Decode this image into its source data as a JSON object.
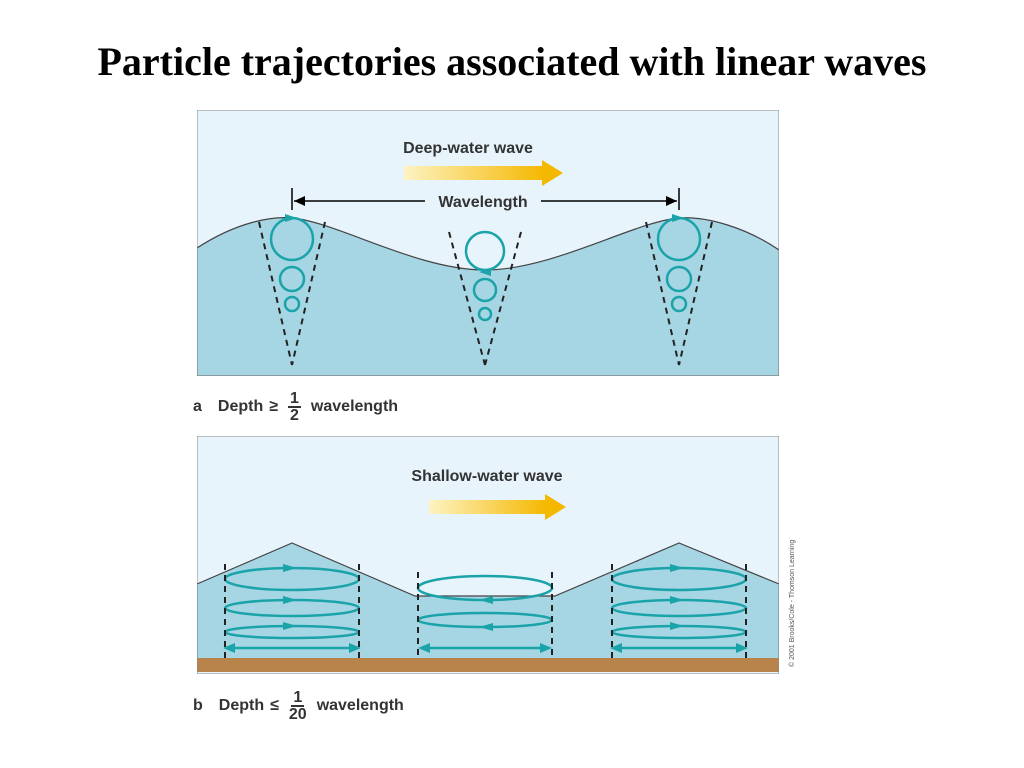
{
  "title": "Particle trajectories associated with linear waves",
  "panel_a": {
    "wave_label": "Deep-water wave",
    "wavelength_label": "Wavelength",
    "caption": {
      "letter": "a",
      "prefix": "Depth",
      "relation": "≥",
      "fraction_num": "1",
      "fraction_den": "2",
      "suffix": "wavelength"
    }
  },
  "panel_b": {
    "wave_label": "Shallow-water wave",
    "caption": {
      "letter": "b",
      "prefix": "Depth",
      "relation": "≤",
      "fraction_num": "1",
      "fraction_den": "20",
      "suffix": "wavelength"
    }
  },
  "credit": "© 2001 Brooks/Cole - Thomson Learning",
  "colors": {
    "sky": "#e8f4fb",
    "water": "#a6d6e4",
    "orbit": "#1aa3a8",
    "seabed": "#b9844c",
    "arrow_start": "#fdf3c2",
    "arrow_end": "#f5b800"
  }
}
